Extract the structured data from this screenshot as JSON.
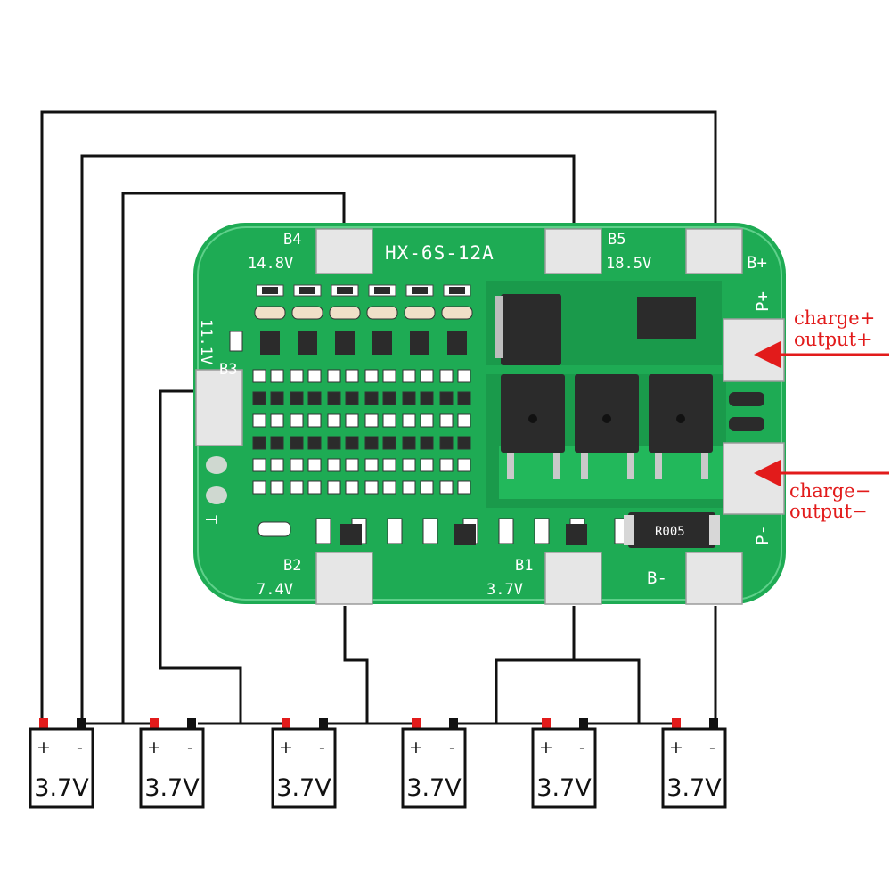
{
  "board": {
    "model": "HX-6S-12A",
    "pads": {
      "b4": {
        "name": "B4",
        "voltage": "14.8V"
      },
      "b5": {
        "name": "B5",
        "voltage": "18.5V"
      },
      "b3": {
        "name": "B3",
        "voltage": "11.1V"
      },
      "b2": {
        "name": "B2",
        "voltage": "7.4V"
      },
      "b1": {
        "name": "B1",
        "voltage": "3.7V"
      },
      "b_minus": {
        "name": "B-"
      },
      "b_plus": {
        "name": "B+"
      },
      "p_plus": {
        "name": "P+"
      },
      "p_minus": {
        "name": "P-"
      },
      "t": {
        "name": "T"
      }
    },
    "resistor_marking": "R005"
  },
  "annotations": {
    "positive_line1": "charge+",
    "positive_line2": "output+",
    "negative_line1": "charge−",
    "negative_line2": "output−"
  },
  "batteries": [
    {
      "plus": "+",
      "minus": "-",
      "voltage": "3.7V"
    },
    {
      "plus": "+",
      "minus": "-",
      "voltage": "3.7V"
    },
    {
      "plus": "+",
      "minus": "-",
      "voltage": "3.7V"
    },
    {
      "plus": "+",
      "minus": "-",
      "voltage": "3.7V"
    },
    {
      "plus": "+",
      "minus": "-",
      "voltage": "3.7V"
    },
    {
      "plus": "+",
      "minus": "-",
      "voltage": "3.7V"
    }
  ],
  "colors": {
    "pcb": "#1eab54",
    "pad": "#e6e6e6",
    "wire": "#111111",
    "arrow": "#e21b1b",
    "terminal_plus": "#e21b1b",
    "terminal_minus": "#111111"
  }
}
